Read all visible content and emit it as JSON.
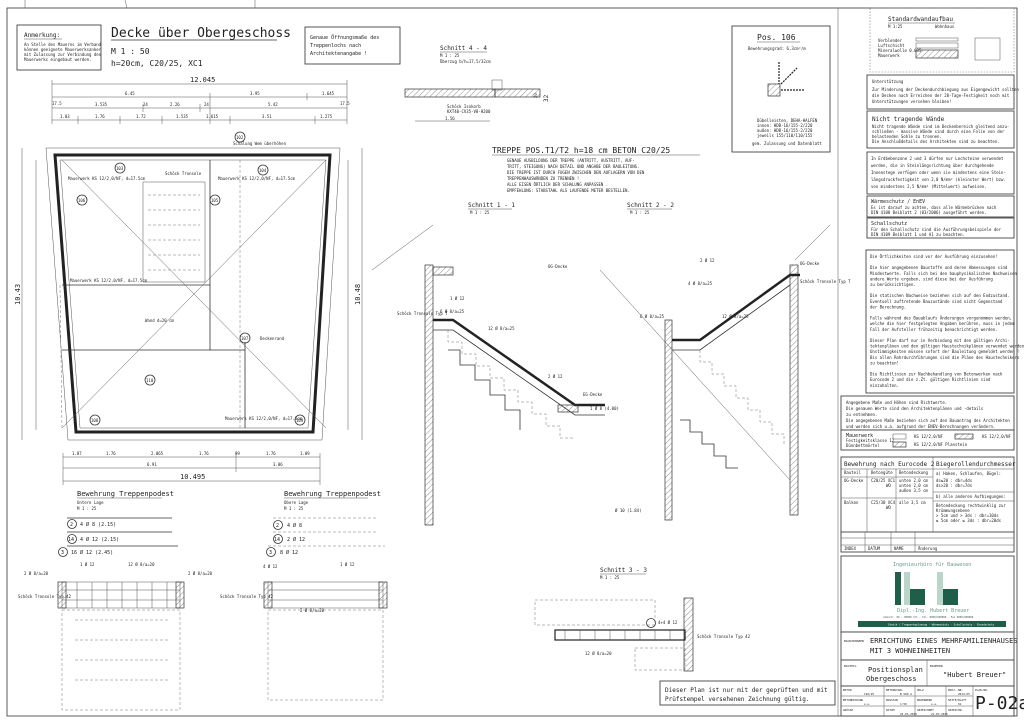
{
  "title_block": {
    "title": "Decke über Obergeschoss",
    "scale": "M 1 : 50",
    "spec": "h=20cm, C20/25, XC1"
  },
  "note_anmerkung": {
    "heading": "Anmerkung:",
    "lines": [
      "An Stelle des Mauerns im Verband",
      "können geeignete Mauerwerksanker",
      "mit Zulassung zur Verbindung des",
      "Mauerwerks eingebaut werden."
    ]
  },
  "note_opening": {
    "lines": [
      "Genaue Öffnungsmaße des",
      "Treppenlochs nach",
      "Architektenangabe !"
    ]
  },
  "dimensions_top": {
    "total": "12.045",
    "row1": [
      "6.45",
      "3.95",
      "1.645"
    ],
    "row2": [
      "17.5",
      "3.535",
      "24",
      "2.26",
      "24",
      "5.42",
      "17.5"
    ],
    "row3": [
      "1.03",
      "1.76",
      "1.72",
      "1.535",
      "1.615",
      "3.51",
      "1.275"
    ]
  },
  "dimensions_side": {
    "left": "10.43",
    "right": "10.48"
  },
  "dimensions_bottom": {
    "row1": [
      "1.07",
      "1.76",
      "2.065",
      "1.76",
      "99",
      "1.76",
      "1.09"
    ],
    "row2": [
      "6.91",
      "3.06"
    ],
    "total": "10.495"
  },
  "plan_labels": {
    "schalung": "Schalung Wem überhöhen",
    "schoeck": "Schöck Tronsole",
    "position_numbers": [
      "102",
      "103",
      "104",
      "105",
      "106",
      "107",
      "108",
      "109",
      "110"
    ],
    "mauerwerk": "Mauerwerk KS 12/2,0/NF, d=17.5cm",
    "wand": "Wand d=20 cm",
    "deckenrand": "Deckenrand"
  },
  "schnitt44": {
    "title": "Schnitt 4 - 4",
    "scale": "M 1 : 25",
    "desc": "Überzug b/h=17,5/32cm",
    "label": "Schöck Isokorb",
    "label2": "KXT40-CV35-V8-H200",
    "dim": "1.56",
    "h1": "20",
    "h2": "32"
  },
  "treppe": {
    "heading": "TREPPE  POS.T1/T2  h=18 cm  BETON C20/25",
    "lines": [
      "GENAUE AUSBILDUNG DER TREPPE (ANTRITT, AUSTRITT, AUF-",
      "TRITT, STEIGUNG) NACH DETAIL UND ANGABE DER BAULEITUNG.",
      "DIE TREPPE IST DURCH FUGEN ZWISCHEN DEN AUFLAGERN VON DEN",
      "TREPPENHAUSWÄNDEN ZU TRENNEN !",
      "ALLE EISEN ÖRTLICH DER SCHALUNG ANPASSEN .",
      "EMPFEHLUNG: STABSTAHL ALS LAUFENDE METER BESTELLEN."
    ]
  },
  "pos106": {
    "title": "Pos. 106",
    "grad": "Bewehrungsgrad:   6,3cm²/m",
    "lines": [
      "Dübelleisten, DEHA-HALFEN",
      "innen:   HDB-16/155-2/220",
      "außen:   HDB-16/155-2/220",
      "jeweils 155/110/110/155",
      "gem. Zulassung und Datenblatt"
    ]
  },
  "schnitt11": {
    "title": "Schnitt 1 - 1",
    "scale": "M 1 : 25",
    "labels": [
      "1 Ø 12",
      "6 Ø 8/a=25",
      "12 Ø 8/a=25",
      "2 Ø 12",
      "1 Ø 8 (4.00)",
      "Schöck Tronsole Typ T",
      "OG-Decke",
      "EG-Decke"
    ]
  },
  "schnitt22": {
    "title": "Schnitt 2 - 2",
    "scale": "M 1 : 25",
    "labels": [
      "2 Ø 12",
      "4 Ø 8/a=25",
      "6 Ø 8/a=25",
      "12 Ø 8/a=25",
      "Ø 10 (1.84)",
      "Schöck Tronsole Typ T",
      "OG-Decke"
    ]
  },
  "schnitt33": {
    "title": "Schnitt 3 - 3",
    "scale": "M 1 : 25",
    "labels": [
      "4+4 Ø 12",
      "12 Ø 8/a=20",
      "Schöck Tronsole Typ 42"
    ]
  },
  "podest_unten": {
    "title": "Bewehrung Treppenpodest",
    "sub": "Untere Lage",
    "scale": "M 1 : 25",
    "bars": [
      {
        "pos": "2",
        "text": "4 Ø 8 (2.15)"
      },
      {
        "pos": "14",
        "text": "4 Ø 12 (2.15)"
      },
      {
        "pos": "3",
        "text": "16 Ø 12 (2.45)"
      }
    ],
    "labels": [
      "1 Ø 12",
      "12 Ø 8/a=20",
      "2 Ø 8/a=20",
      "2 Ø 8/a=20",
      "Schöck Tronsole Typ 42"
    ]
  },
  "podest_oben": {
    "title": "Bewehrung Treppenpodest",
    "sub": "Obere Lage",
    "scale": "M 1 : 25",
    "bars": [
      {
        "pos": "2",
        "text": "4 Ø 8"
      },
      {
        "pos": "14",
        "text": "2 Ø 12"
      },
      {
        "pos": "3",
        "text": "8 Ø 12"
      }
    ],
    "labels": [
      "4 Ø 12",
      "1 Ø 12",
      "2 Ø 8/a=20",
      "Schöck Tronsole Typ 42"
    ]
  },
  "validity_note": [
    "Dieser Plan ist nur mit der geprüften und mit",
    "Prüfstempel versehenen Zeichnung gültig."
  ],
  "right_panel": {
    "wall": {
      "title": "Standardwandaufbau",
      "scale": "M 1:25",
      "tag": "Wohnhaus",
      "layers": [
        "Verblender",
        "Luftschicht",
        "Mineralwolle 0.035",
        "Mauerwerk"
      ]
    },
    "unterstuetzung": {
      "heading": "Unterstützung",
      "lines": [
        "Zur Minderung der Deckendurchbiegung aus Eigengewicht sollten",
        "die Decken nach Erreichen der 28-Tage-Festigkeit noch mit",
        "Unterstützungen versehen bleiben!"
      ]
    },
    "nicht_tragend": {
      "heading": "Nicht tragende Wände",
      "lines": [
        "Nicht tragende Wände sind im Deckenbereich gleitend anzu-",
        "schließen - massive Wände sind durch eine Folie von der",
        "belastenden Sohle zu trennen.",
        "Die Anschlußdetails des Architekten sind zu beachten."
      ]
    },
    "erdbeben": {
      "lines": [
        "In Erdbebenzone 2 und 3 dürfen nur Lochsteine verwendet",
        "werden, die in Steinlängsrichtung über durchgehende",
        "Innenstege verfügen oder wenn sie mindestens eine Stein-",
        "längsdruckfestigkeit von 2,0 N/mm² (kleinster Wert) bzw.",
        "von mindestens 2,5 N/mm² (Mittelwert) aufweisen."
      ]
    },
    "waermeschutz": {
      "heading": "Wärmeschutz / EnEV",
      "lines": [
        "Es ist darauf zu achten, dass alle Wärmebrücken nach",
        "DIN 4108 Beiblatt 2 (03/2006) ausgeführt werden."
      ]
    },
    "schallschutz": {
      "heading": "Schallschutz",
      "lines": [
        "Für den Schallschutz sind die Ausführungsbeispiele der",
        "DIN 4109 Beiblatt 1 und A1 zu beachten."
      ]
    },
    "general": {
      "lines": [
        "Die Örtlichkeiten sind vor der Ausführung einzusehen!",
        "",
        "Die hier angegebenen Baustoffe und deren Abmessungen sind",
        "Mindestwerte. Falls sich bei den bauphysikalischen Nachweisen",
        "andere Werte ergeben, sind diese bei der Ausführung",
        "zu berücksichtigen.",
        "",
        "Die statischen Nachweise beziehen sich auf den Endzustand.",
        "Eventuell auftretende Bauzustände sind nicht Gegenstand",
        "der Berechnung.",
        "",
        "Falls während des Bauablaufs Änderungen vorgenommen werden,",
        "welche die hier festgelegten Angaben berühren, muss in jedem",
        "Fall der Aufsteller frühzeitig benachrichtigt werden.",
        "",
        "Dieser Plan darf nur in Verbindung mit den gültigen Archi-",
        "tektenplänen und den gültigen Haustechnikplänen verwendet werden.",
        "Unstimmigkeiten müssen sofort der Bauleitung gemeldet werden !",
        "Bis allen Rohrdurchführungen sind die Pläne des Haustechnikers",
        "zu beachten!",
        "",
        "Die Richtlinien zur Nachbehandlung von Betonwerken nach",
        "Eurocode 2 und die z.Zt. gültigen Richtlinien sind",
        "einzuhalten."
      ]
    },
    "masse": {
      "lines": [
        "Angegebene Maße und Höhen sind Richtwerte.",
        "Die genauen Werte sind den Architektenplänen und -details",
        "zu entnehmen.",
        "Die angegebenen Maße beziehen sich auf den Bauantrag des Architekten",
        "und werden sich u.a. aufgrund der ENEV-Berechnungen verändern."
      ]
    },
    "mauerwerk": {
      "heading": "Mauerwerk",
      "sub1": "Festigkeitsklasse 12",
      "sub2": "Dünnbettmörtel",
      "legend": [
        "KS 12/2,0/NF",
        "KS 12/2,0/NF",
        "KS 12/2,0/NF Planstein"
      ]
    },
    "eurocode": {
      "heading": "Bewehrung nach Eurocode 2",
      "heading2": "Biegerollendurchmesser",
      "cols": [
        "Bauteil",
        "Betongüte",
        "Betondeckung"
      ],
      "rows": [
        {
          "bauteil": "OG-Decke",
          "beton": "C20/25 XC1",
          "beton2": "WO",
          "deckung": [
            "unten 2,0 cm",
            "unten 2,0 cm",
            "außen 3,5 cm"
          ]
        },
        {
          "bauteil": "Balkon",
          "beton": "C25/30 XC4",
          "beton2": "WO",
          "deckung": [
            "alle 3,5 cm"
          ]
        }
      ],
      "rolle": [
        "a) Haken, Schlaufen, Bügel:",
        "ds≤20 : dbr=4ds",
        "ds>20 : dbr=7ds",
        "b) alle anderen Aufbiegungen:",
        "Betondeckung rechtwinklig zur",
        "Krümmungsebene",
        "> 5cm und > 3ds : dbr=10ds",
        "≤ 5cm oder ≤ 3ds : dbr=20ds"
      ]
    },
    "revision": {
      "cols": [
        "INDEX",
        "DATUM",
        "NAME",
        "Änderung"
      ]
    },
    "firm": {
      "top": "Ingenieurbüro für Bauwesen",
      "name": "Dipl.-Ing. Hubert Breuer",
      "address": "Jahnstr. 00 · 00000 Ort · Tel. 0000/000000 · Fax 0000/000000",
      "bar": "Statik / Tragwerksplanung · Wärmeschutz · Schallschutz · Brandschutz"
    },
    "project": {
      "label": "BAUVORHABEN",
      "line1": "ERRICHTUNG EINES MEHRFAMILIENHAUSES",
      "line2": "MIT 3 WOHNEINHEITEN"
    },
    "plan": {
      "label": "BAUTEIL",
      "line1": "Positionsplan",
      "line2": "Obergeschoss",
      "bauherr_label": "BAUHERR",
      "bauherr": "\"Hubert Breuer\"",
      "number": "P-02a"
    },
    "meta": [
      [
        "BETON",
        "C20/25",
        "BETONSTAHL",
        "B 500 A",
        "HOLZ",
        "",
        "PROJ.-NR.",
        "2014-05",
        "PLAN-NR."
      ],
      [
        "BETONDECKUNG",
        "s.o.",
        "MAßSTAB",
        "1:50",
        "MAUERWERK",
        "s.o.",
        "SEITE/BLATT",
        "01",
        ""
      ],
      [
        "GRÖSSE",
        "",
        "DATUM",
        "25.03.2015",
        "GEZEICHNET",
        "21.03.2015",
        "GEZEICHN.",
        "",
        ""
      ]
    ]
  },
  "colors": {
    "logo_dark": "#1f5f4a",
    "logo_light": "#b9d6c8",
    "line": "#333333"
  }
}
